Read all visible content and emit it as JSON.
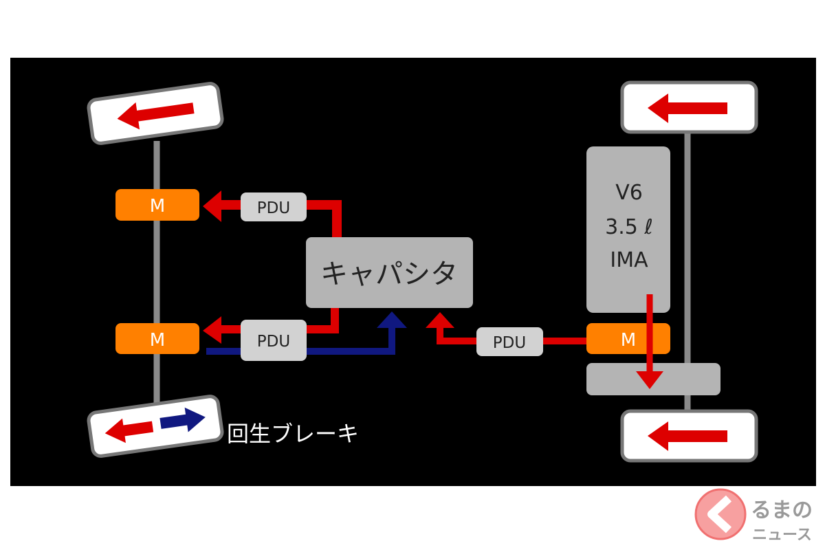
{
  "diagram": {
    "capacitor_label": "キャパシタ",
    "motor_label": "M",
    "pdu_label": "PDU",
    "engine_lines": [
      "V6",
      "3.5 ℓ",
      "IMA"
    ],
    "regen_label": "回生ブレーキ"
  },
  "colors": {
    "background": "#000000",
    "motor": "#FF8000",
    "box_gray": "#B4B4B4",
    "pdu_gray": "#D2D2D2",
    "drive_flow": "#DD0000",
    "regen_flow": "#101880"
  },
  "logo": {
    "text_top": "るまの",
    "text_bottom": "ニュース"
  }
}
